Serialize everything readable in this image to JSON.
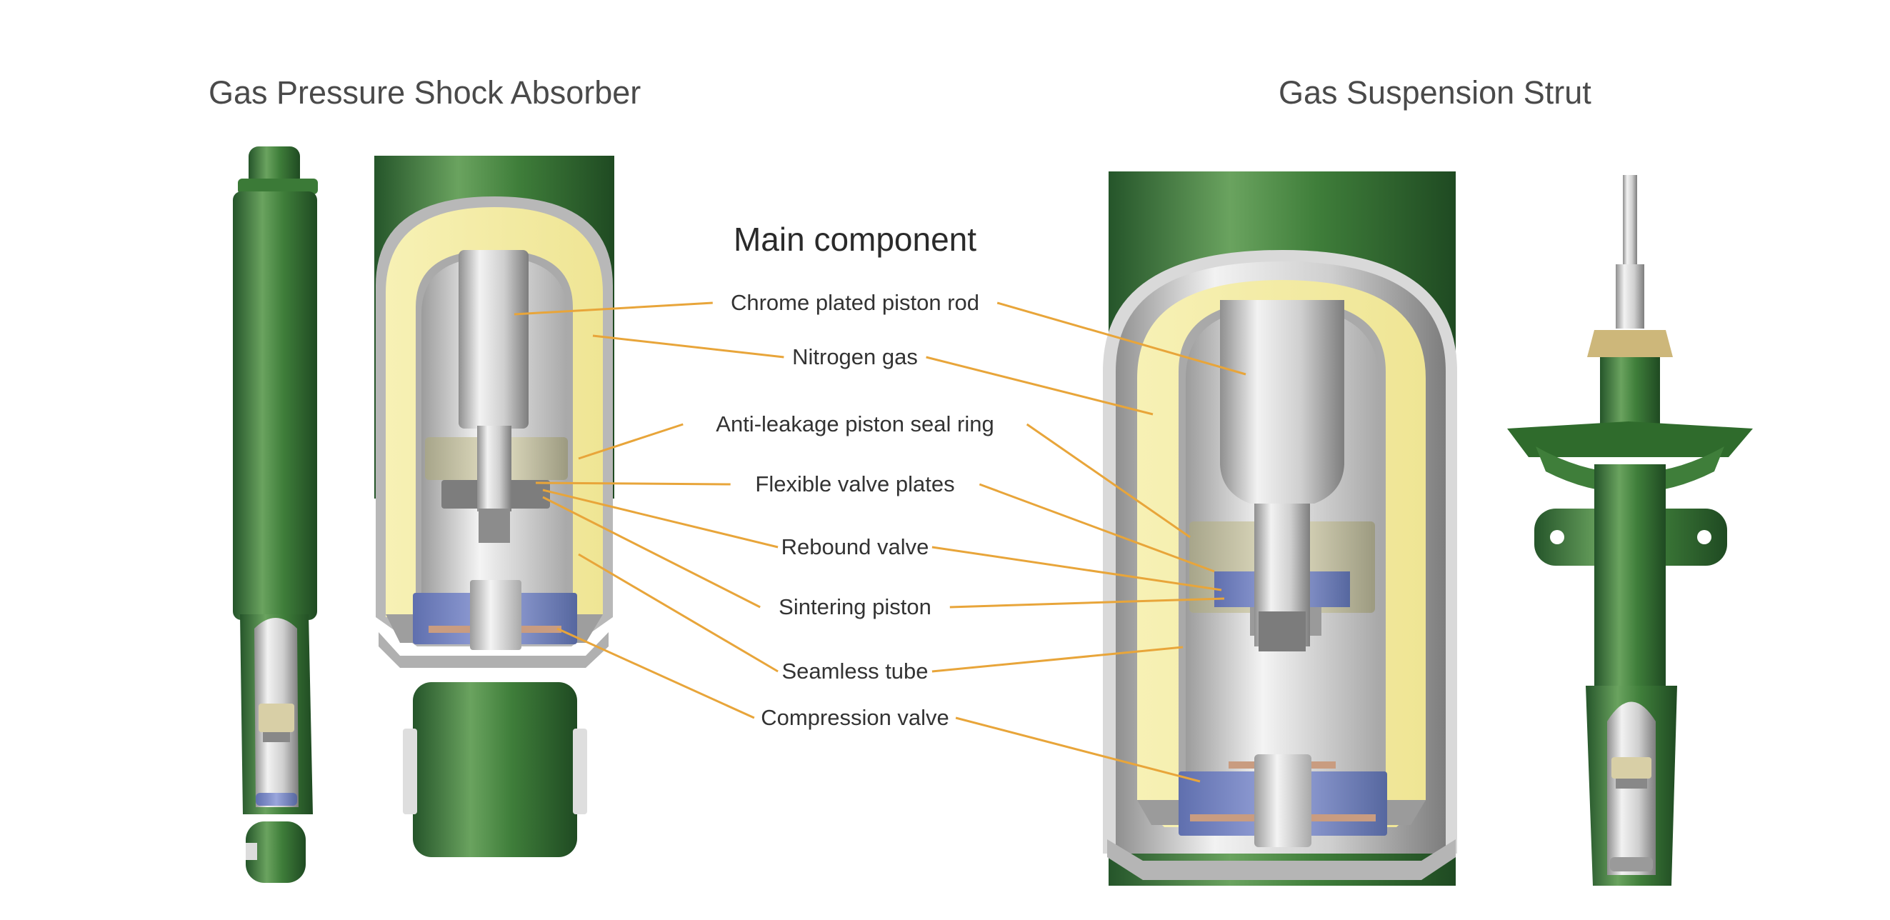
{
  "titles": {
    "left": "Gas Pressure Shock Absorber",
    "right": "Gas Suspension Strut",
    "center": "Main component"
  },
  "labels": [
    {
      "id": "chrome-rod",
      "text": "Chrome plated piston rod"
    },
    {
      "id": "nitrogen",
      "text": "Nitrogen gas"
    },
    {
      "id": "seal-ring",
      "text": "Anti-leakage piston seal ring"
    },
    {
      "id": "valve-plates",
      "text": "Flexible valve plates"
    },
    {
      "id": "rebound",
      "text": "Rebound valve"
    },
    {
      "id": "sintering",
      "text": "Sintering piston"
    },
    {
      "id": "seamless",
      "text": "Seamless tube"
    },
    {
      "id": "compression",
      "text": "Compression valve"
    }
  ],
  "colors": {
    "leader": "#e8a53a",
    "green_dark": "#2f6b2c",
    "green_mid": "#4a8c42",
    "gas": "#f4eda4",
    "valve_blue": "#7f8fc8",
    "steel": "#c9c9c9"
  }
}
